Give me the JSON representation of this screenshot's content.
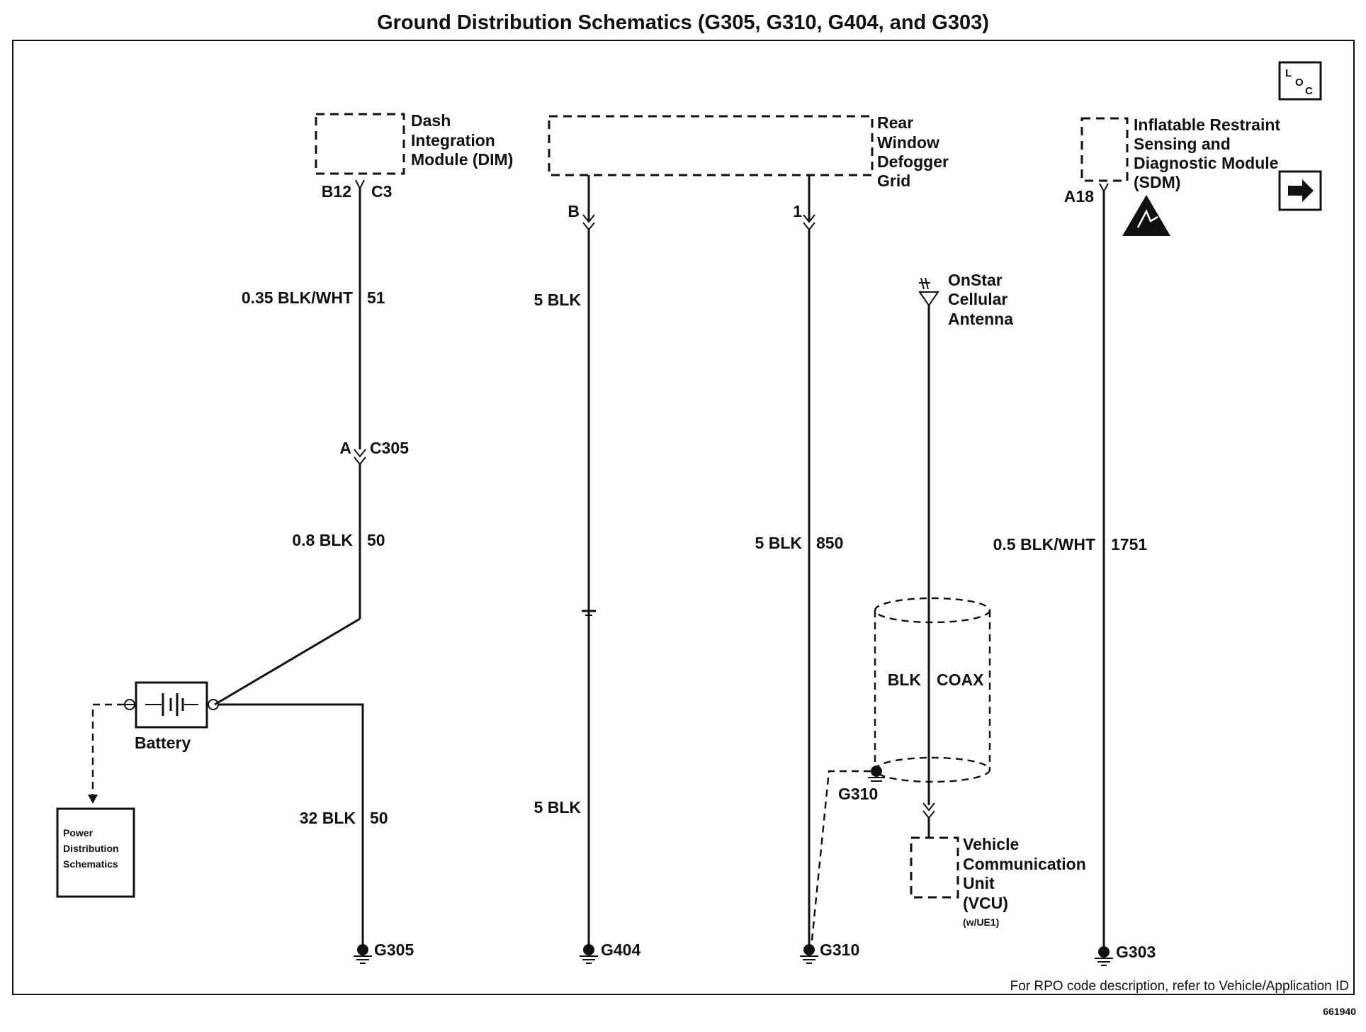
{
  "title": "Ground Distribution Schematics (G305, G310, G404, and G303)",
  "footer": {
    "note": "For RPO code description, refer to Vehicle/Application ID",
    "figure_id": "661940"
  },
  "icons": {
    "loc": {
      "name": "loc-icon",
      "l": "L",
      "o": "O",
      "c": "C"
    },
    "arrow": {
      "name": "right-arrow-icon"
    },
    "warning": {
      "name": "esd-warning-triangle-icon"
    },
    "antenna": {
      "name": "antenna-icon"
    },
    "ground": {
      "name": "ground-icon"
    },
    "battery": {
      "name": "battery-icon"
    }
  },
  "components": {
    "dim": {
      "line1": "Dash",
      "line2": "Integration",
      "line3": "Module (DIM)"
    },
    "defogger": {
      "line1": "Rear",
      "line2": "Window",
      "line3": "Defogger",
      "line4": "Grid"
    },
    "sdm": {
      "line1": "Inflatable Restraint",
      "line2": "Sensing and",
      "line3": "Diagnostic Module",
      "line4": "(SDM)"
    },
    "onstar": {
      "line1": "OnStar",
      "line2": "Cellular",
      "line3": "Antenna"
    },
    "vcu": {
      "line1": "Vehicle",
      "line2": "Communication",
      "line3": "Unit",
      "line4": "(VCU)",
      "option": "(w/UE1)"
    },
    "battery": {
      "label": "Battery"
    },
    "power_dist": {
      "line1": "Power",
      "line2": "Distribution",
      "line3": "Schematics"
    }
  },
  "pins": {
    "dim_pin": "B12",
    "dim_conn": "C3",
    "c305_pin": "A",
    "c305": "C305",
    "defog_b": "B",
    "defog_1": "1",
    "sdm_pin": "A18"
  },
  "wires": {
    "w51": {
      "size_color": "0.35 BLK/WHT",
      "circuit": "51"
    },
    "w50a": {
      "size_color": "0.8 BLK",
      "circuit": "50"
    },
    "w50b": {
      "size_color": "32 BLK",
      "circuit": "50"
    },
    "g404_top": {
      "size_color": "5 BLK"
    },
    "g404_bottom": {
      "size_color": "5 BLK"
    },
    "w850": {
      "size_color": "5 BLK",
      "circuit": "850"
    },
    "w1751": {
      "size_color": "0.5 BLK/WHT",
      "circuit": "1751"
    },
    "coax": {
      "left": "BLK",
      "right": "COAX"
    }
  },
  "grounds": {
    "g305": "G305",
    "g404": "G404",
    "g310": "G310",
    "g310_shield": "G310",
    "g303": "G303"
  }
}
